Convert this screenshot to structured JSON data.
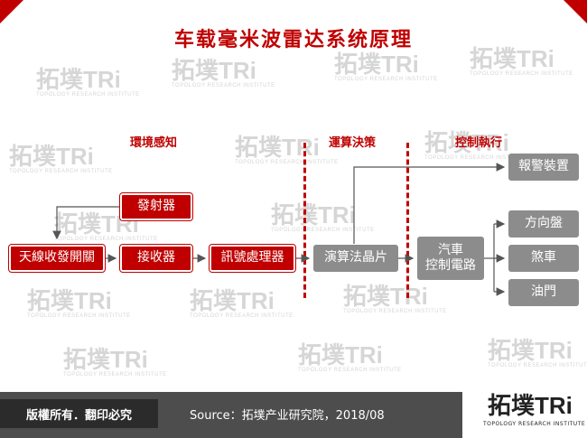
{
  "title": "车载毫米波雷达系统原理",
  "watermark": {
    "text": "拓墣TRi",
    "sub": "TOPOLOGY RESEARCH INSTITUTE"
  },
  "sections": {
    "perception": "環境感知",
    "decision": "運算決策",
    "execution": "控制執行"
  },
  "nodes": {
    "transmitter": "發射器",
    "antenna": "天線收發開關",
    "receiver": "接收器",
    "signal_processor": "訊號處理器",
    "algorithm_chip": "演算法晶片",
    "vehicle_control": "汽車\n控制電路",
    "alarm": "報警裝置",
    "steering": "方向盤",
    "brake": "煞車",
    "throttle": "油門"
  },
  "footer": {
    "copyright": "版權所有．翻印必究",
    "source": "Source：拓墣产业研究院，2018/08",
    "logo": "拓墣TRi",
    "logo_sub": "TOPOLOGY RESEARCH INSTITUTE"
  },
  "colors": {
    "accent": "#c00000",
    "gray_box": "#8c8c8c",
    "footer": "#4d4d4d"
  }
}
